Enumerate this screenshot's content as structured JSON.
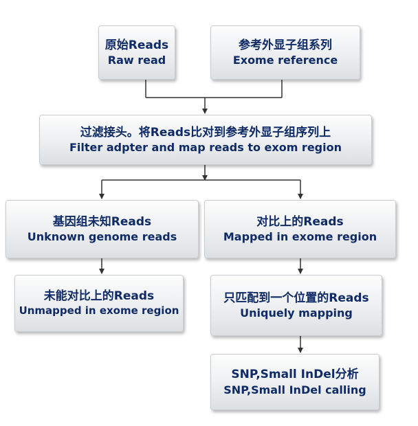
{
  "boxes": {
    "raw_reads": {
      "zh": "原始Reads",
      "en": "Raw read"
    },
    "exome_reference": {
      "zh": "参考外显子组系列",
      "en": "Exome reference"
    },
    "filter_map": {
      "zh": "过滤接头。将Reads比对到参考外显子组序列上",
      "en": "Filter adpter and map reads to exom region"
    },
    "unknown_genome": {
      "zh": "基因组未知Reads",
      "en": "Unknown genome reads"
    },
    "mapped": {
      "zh": "对比上的Reads",
      "en": "Mapped in exome region"
    },
    "unmapped": {
      "zh": "未能对比上的Reads",
      "en": "Unmapped in exome region"
    },
    "unique": {
      "zh": "只匹配到一个位置的Reads",
      "en": "Uniquely mapping"
    },
    "snp_indel": {
      "zh": "SNP,Small InDel分析",
      "en": "SNP,Small InDel calling"
    }
  },
  "colors": {
    "text": "#0f2b67",
    "line": "#333333",
    "box_border": "#c9cdd2"
  }
}
